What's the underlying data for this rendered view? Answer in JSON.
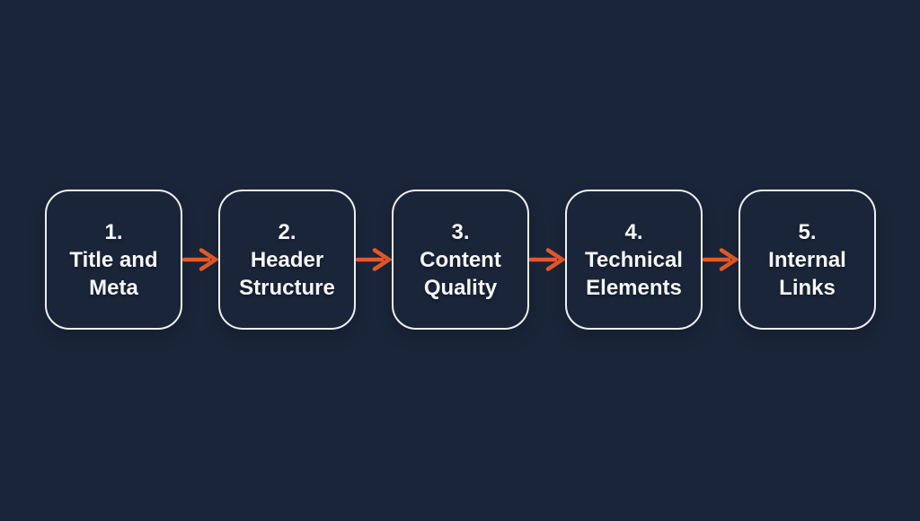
{
  "colors": {
    "background": "#1A2539",
    "box_border": "#EDF0F4",
    "text": "#F5F7FA",
    "arrow": "#E4592A"
  },
  "steps": [
    {
      "number": "1.",
      "line1": "Title and",
      "line2": "Meta"
    },
    {
      "number": "2.",
      "line1": "Header",
      "line2": "Structure"
    },
    {
      "number": "3.",
      "line1": "Content",
      "line2": "Quality"
    },
    {
      "number": "4.",
      "line1": "Technical",
      "line2": "Elements"
    },
    {
      "number": "5.",
      "line1": "Internal",
      "line2": "Links"
    }
  ]
}
